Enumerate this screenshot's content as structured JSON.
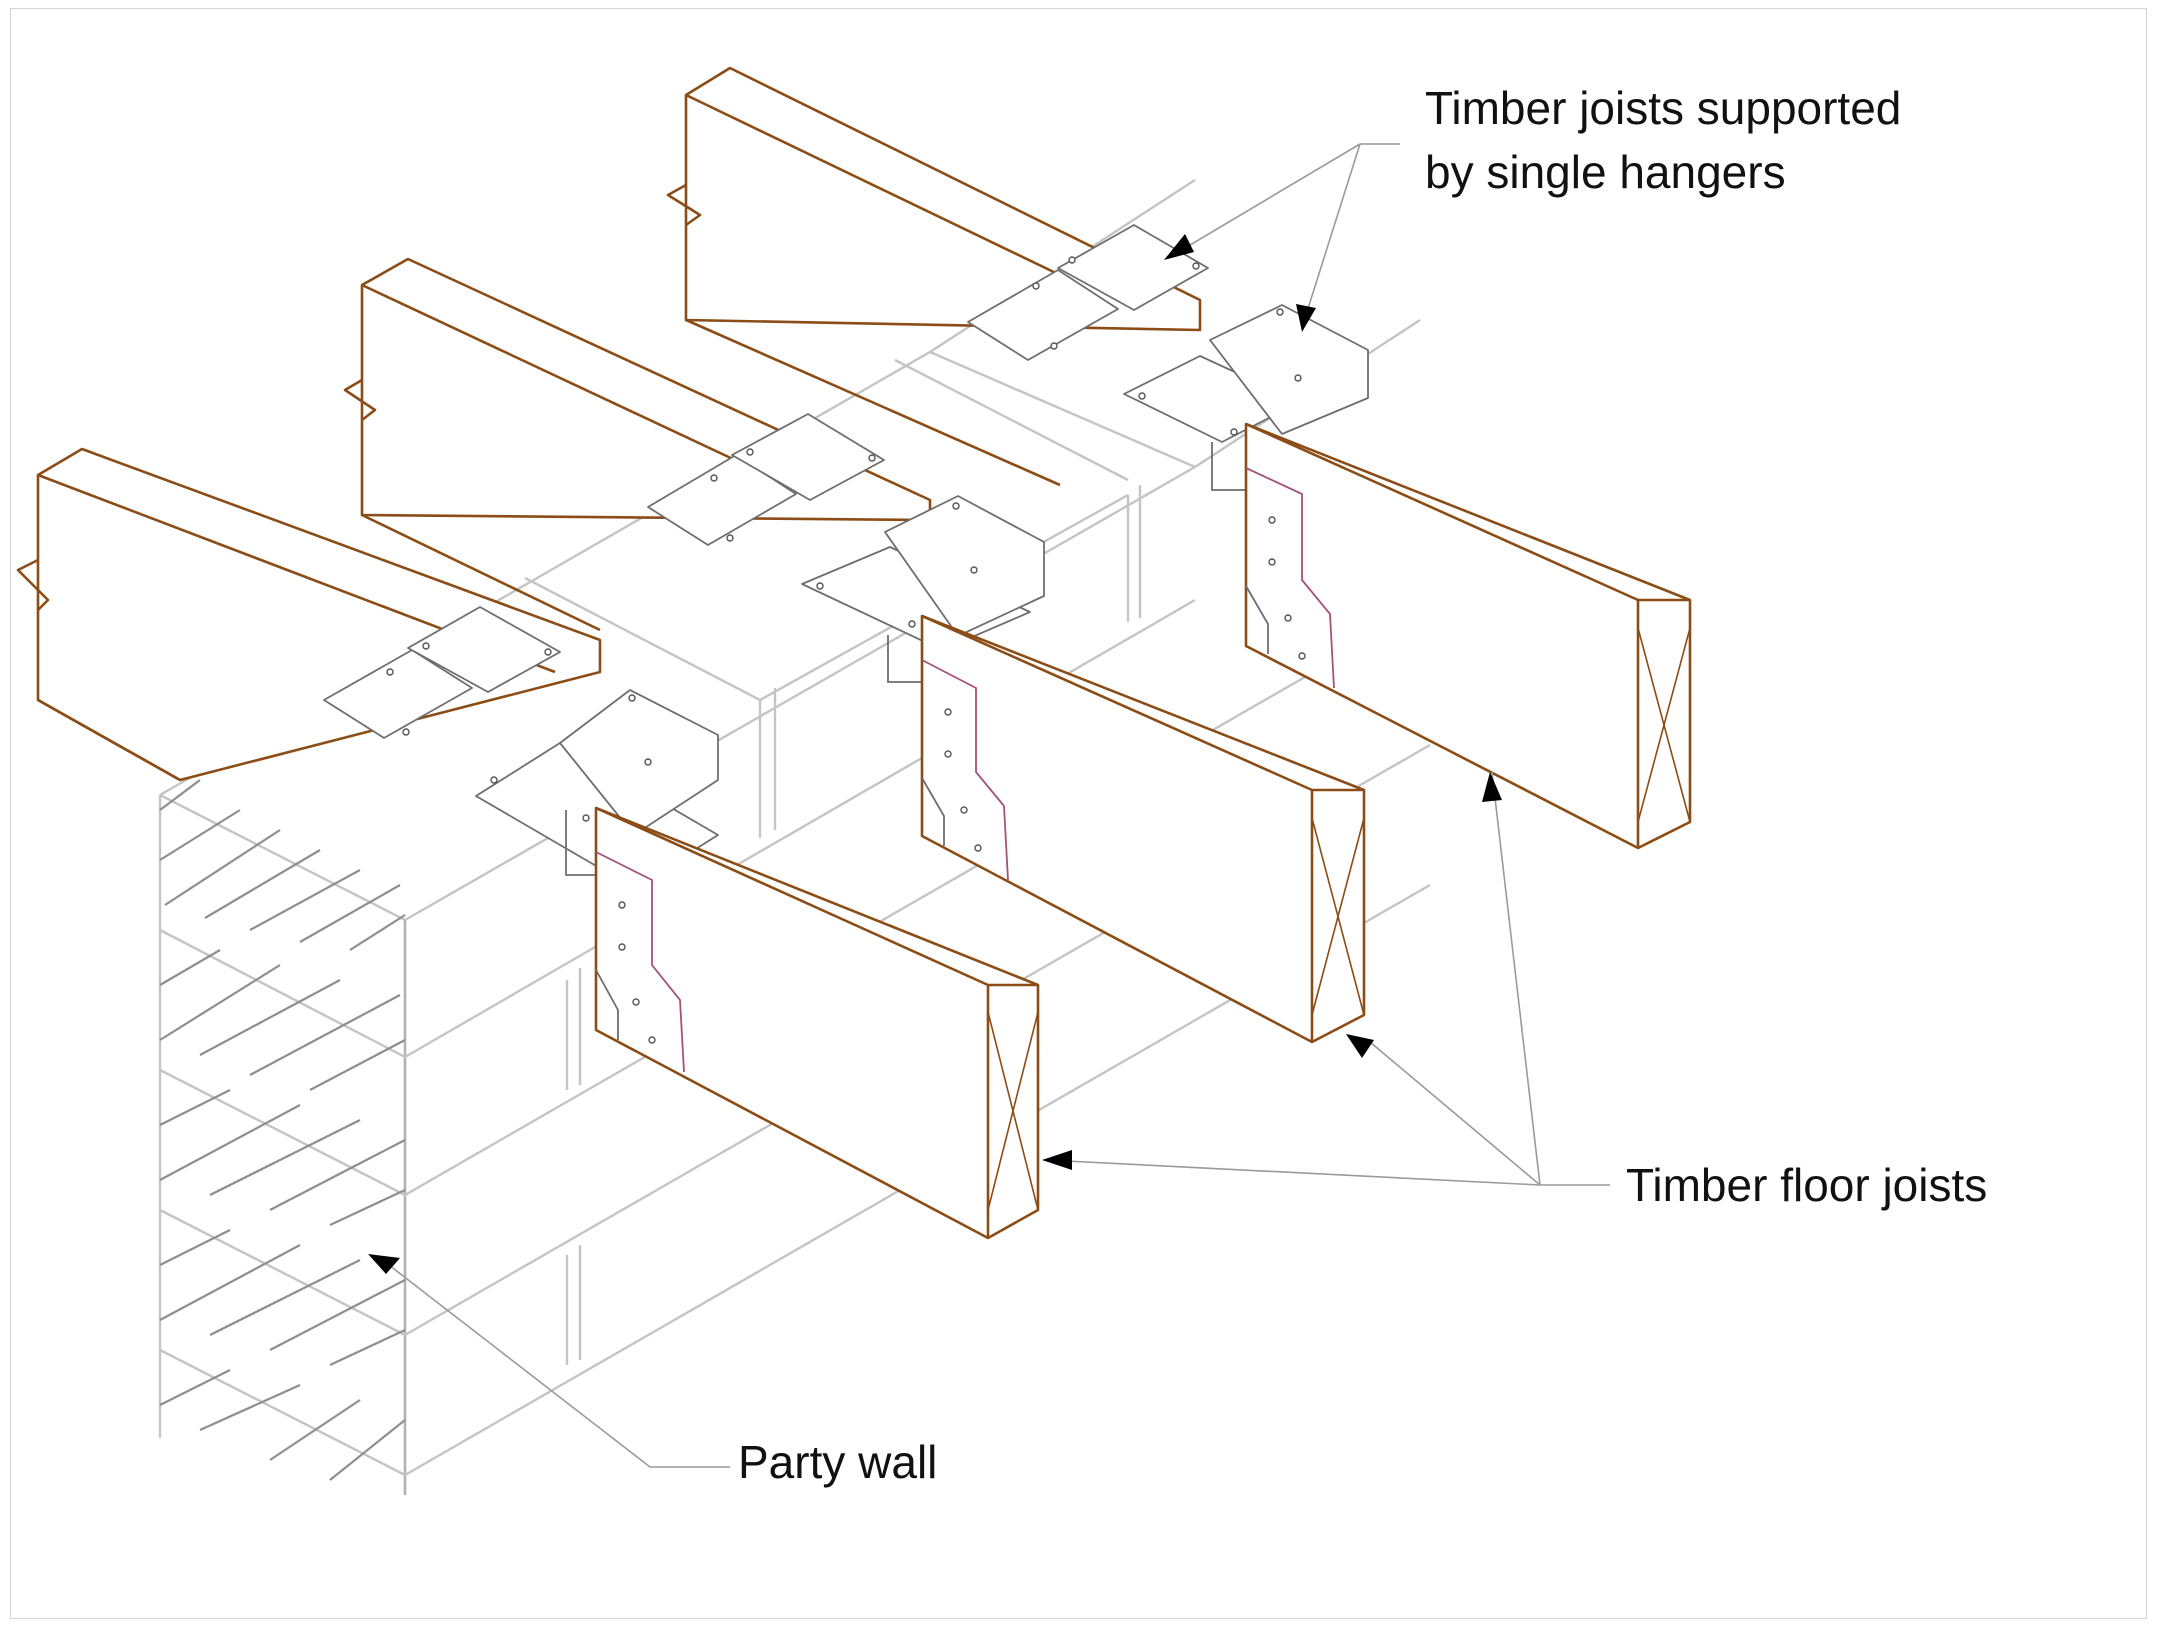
{
  "labels": {
    "hangers_line1": "Timber joists supported",
    "hangers_line2": "by single hangers",
    "floor_joists": "Timber floor joists",
    "party_wall": "Party wall"
  },
  "colors": {
    "timber": "#8b4c16",
    "blockwork": "#c4c4c4",
    "hatch": "#8e8e8e",
    "hanger": "#6e6e6e",
    "leader": "#9a9a9a",
    "text": "#111111"
  }
}
